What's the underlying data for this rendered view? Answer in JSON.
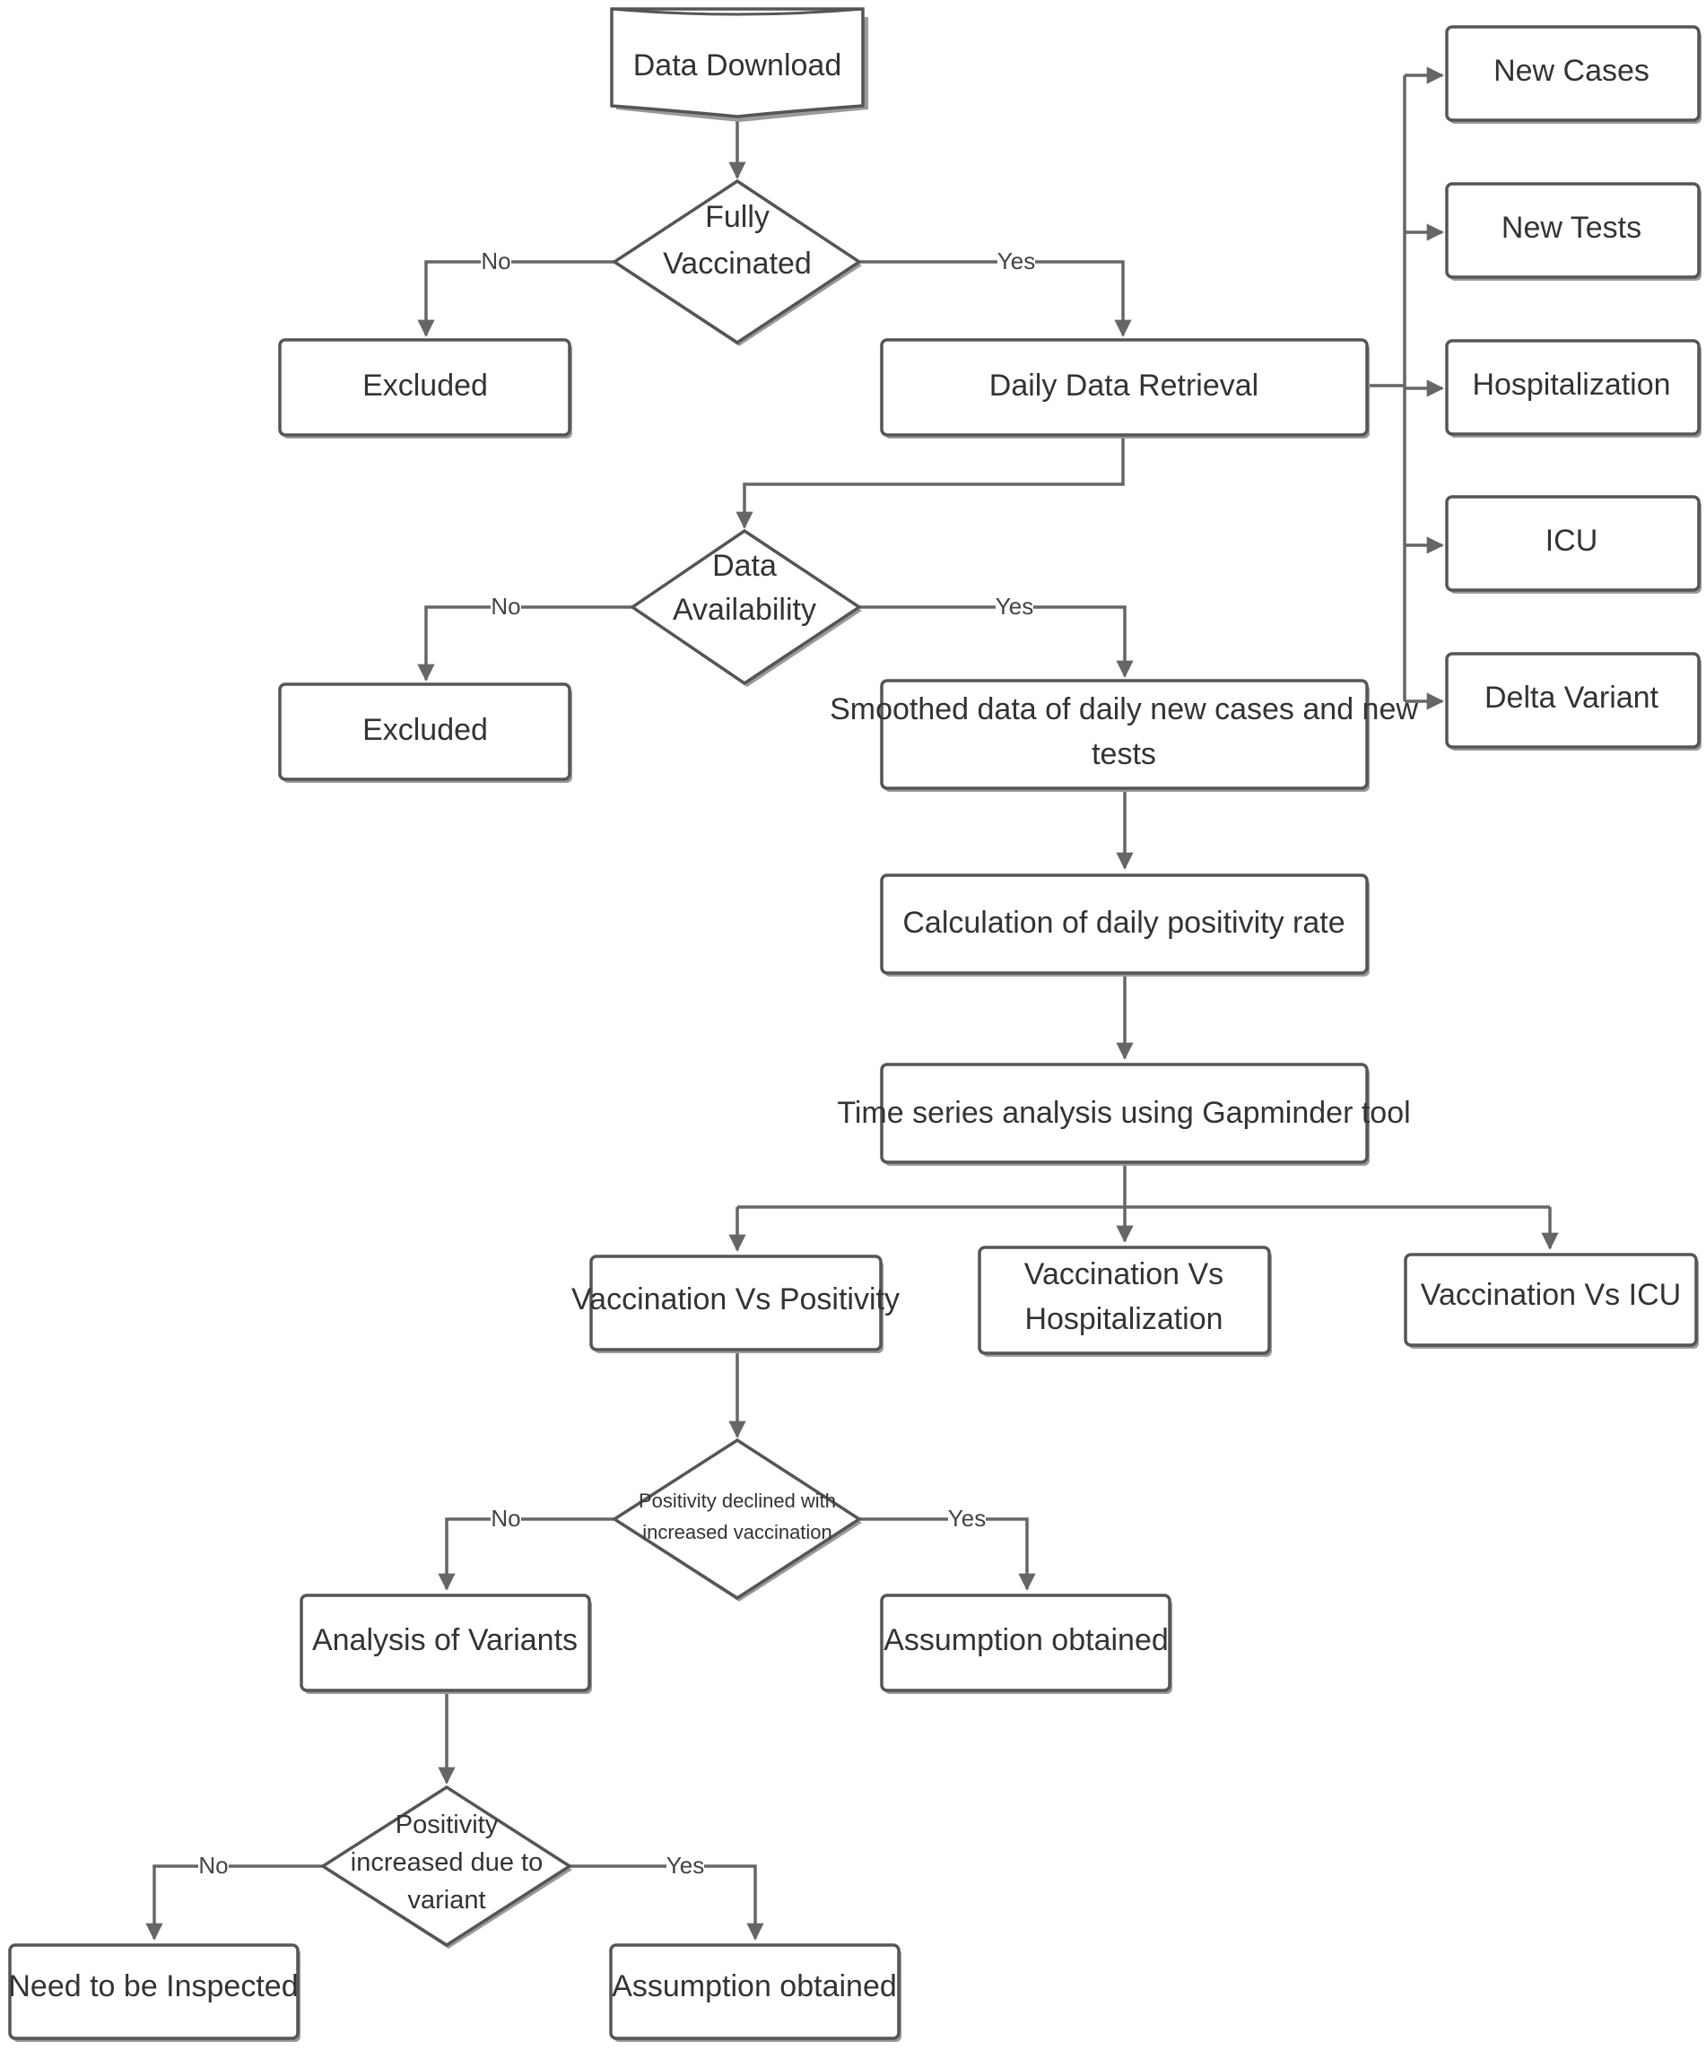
{
  "nodes": {
    "data_download": "Data Download",
    "fully_vaccinated": [
      "Fully",
      "Vaccinated"
    ],
    "excluded_1": "Excluded",
    "daily_data_retrieval": "Daily Data Retrieval",
    "new_cases": "New Cases",
    "new_tests": "New Tests",
    "hospitalization": "Hospitalization",
    "icu": "ICU",
    "delta_variant": "Delta Variant",
    "data_availability": [
      "Data",
      "Availability"
    ],
    "excluded_2": "Excluded",
    "smoothed_data": [
      "Smoothed data of daily new cases and new",
      "tests"
    ],
    "positivity_rate": "Calculation of daily positivity rate",
    "time_series": "Time series analysis using Gapminder tool",
    "vacc_positivity": "Vaccination Vs Positivity",
    "vacc_hospitalization": [
      "Vaccination Vs",
      "Hospitalization"
    ],
    "vacc_icu": "Vaccination Vs ICU",
    "positivity_declined": [
      "Positivity declined with",
      "increased vaccination"
    ],
    "analysis_variants": "Analysis of Variants",
    "assumption_1": "Assumption obtained",
    "positivity_increased": [
      "Positivity",
      "increased due to",
      "variant"
    ],
    "need_inspected": "Need to be Inspected",
    "assumption_2": "Assumption obtained"
  },
  "edge_labels": {
    "no": "No",
    "yes": "Yes"
  },
  "colors": {
    "stroke": "#555555",
    "shadow": "#9a9a9a",
    "text": "#333333"
  }
}
